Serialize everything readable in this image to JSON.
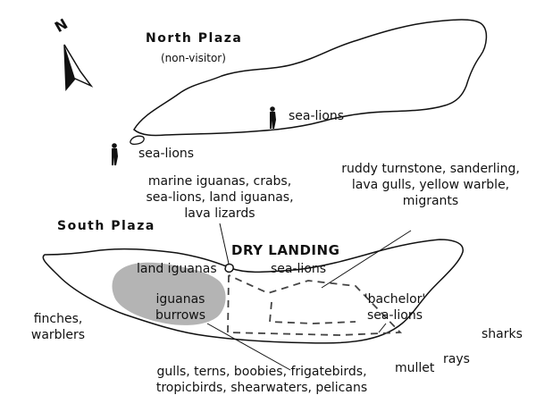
{
  "compass": {
    "north_letter": "N"
  },
  "north_plaza": {
    "name": "North Plaza",
    "note": "(non-visitor)",
    "sea_lions_east": "sea-lions",
    "sea_lions_west": "sea-lions"
  },
  "channel": {
    "left_list": [
      "marine iguanas, crabs,",
      "sea-lions, land iguanas,",
      "lava lizards"
    ],
    "right_list": [
      "ruddy turnstone, sanderling,",
      "lava gulls, yellow warble,",
      "migrants"
    ]
  },
  "south_plaza": {
    "name": "South Plaza",
    "dry_landing": "DRY LANDING",
    "sea_lions": "sea-lions",
    "land_iguanas": "land iguanas",
    "iguana_burrows": [
      "iguanas",
      "burrows"
    ],
    "bachelor_sea_lions": [
      "'bachelor'",
      "sea-lions"
    ],
    "finches": [
      "finches,",
      "warblers"
    ],
    "seabirds": [
      "gulls, terns, boobies, frigatebirds,",
      "tropicbirds, shearwaters, pelicans"
    ]
  },
  "sea": {
    "sharks": "sharks",
    "rays": "rays",
    "mullet": "mullet"
  },
  "colors": {
    "land": "#ffffff",
    "outline": "#111111",
    "iguana_zone": "#b4b4b4",
    "trail": "#444444"
  },
  "icons": [
    "north-arrow-icon",
    "person-icon"
  ]
}
